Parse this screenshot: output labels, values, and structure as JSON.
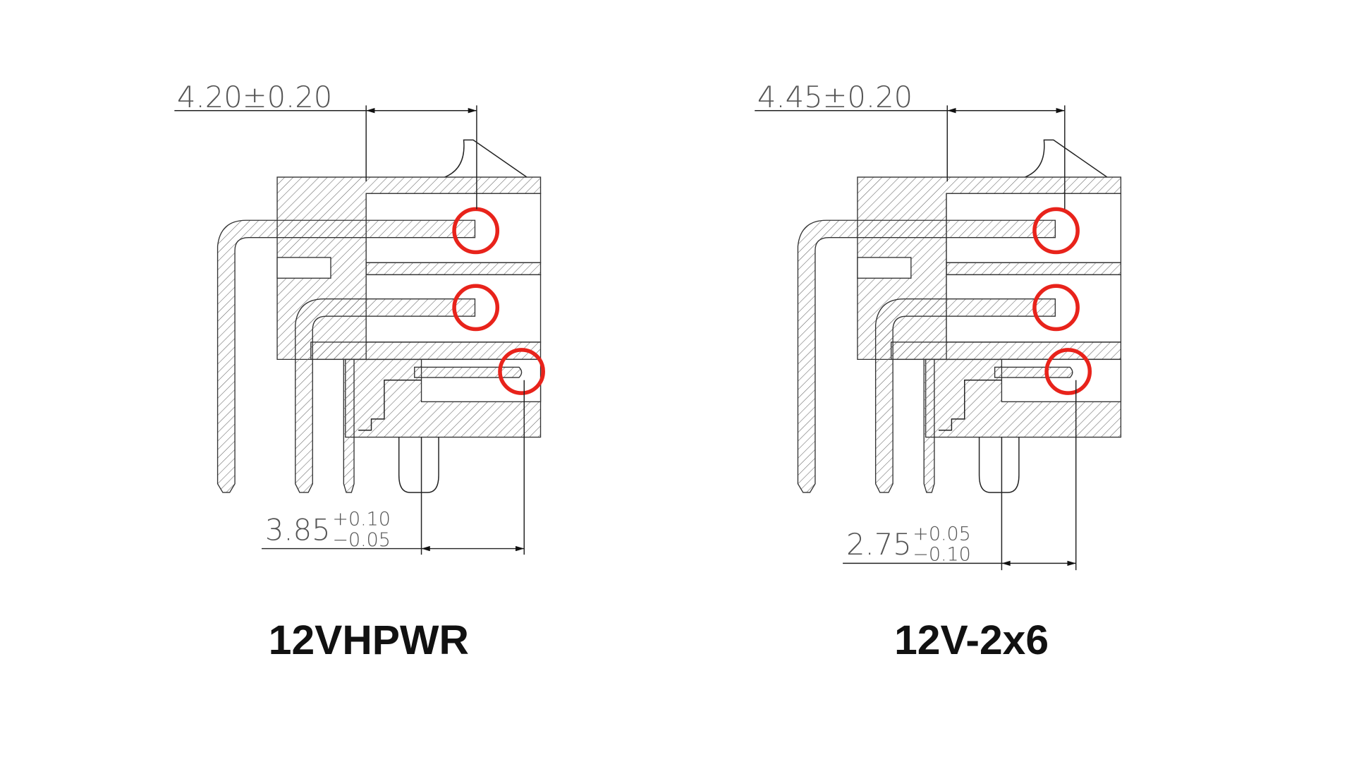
{
  "colors": {
    "highlight_circle": "#e8231b",
    "line": "#222222",
    "title": "#111111"
  },
  "connectors": [
    {
      "title": "12VHPWR",
      "top_dimension": "4.20±0.20",
      "bottom_dimension": {
        "nominal": "3.85",
        "upper_tol": "+0.10",
        "lower_tol": "−0.05"
      }
    },
    {
      "title": "12V-2x6",
      "top_dimension": "4.45±0.20",
      "bottom_dimension": {
        "nominal": "2.75",
        "upper_tol": "+0.05",
        "lower_tol": "−0.10"
      }
    }
  ]
}
